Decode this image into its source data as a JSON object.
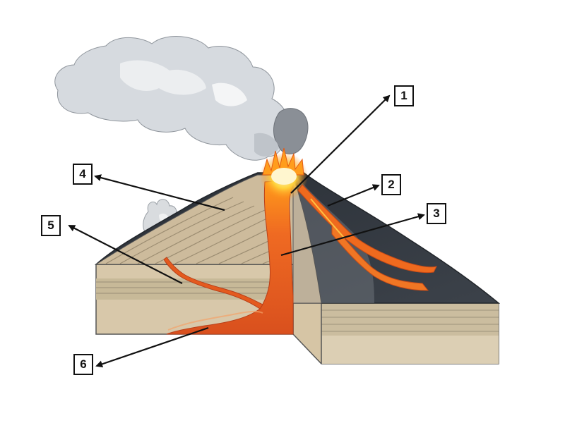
{
  "diagram": {
    "subject": "volcano-cross-section",
    "labels": [
      {
        "id": "1",
        "text": "1"
      },
      {
        "id": "2",
        "text": "2"
      },
      {
        "id": "3",
        "text": "3"
      },
      {
        "id": "4",
        "text": "4"
      },
      {
        "id": "5",
        "text": "5"
      },
      {
        "id": "6",
        "text": "6"
      }
    ]
  },
  "colors": {
    "lava": "#e8541c",
    "lava_bright": "#ffb000",
    "ash_cloud": "#d4d8dd",
    "volcano_rock": "#2f343b",
    "strata": "#c9b79a",
    "ground": "#d8c8aa"
  }
}
